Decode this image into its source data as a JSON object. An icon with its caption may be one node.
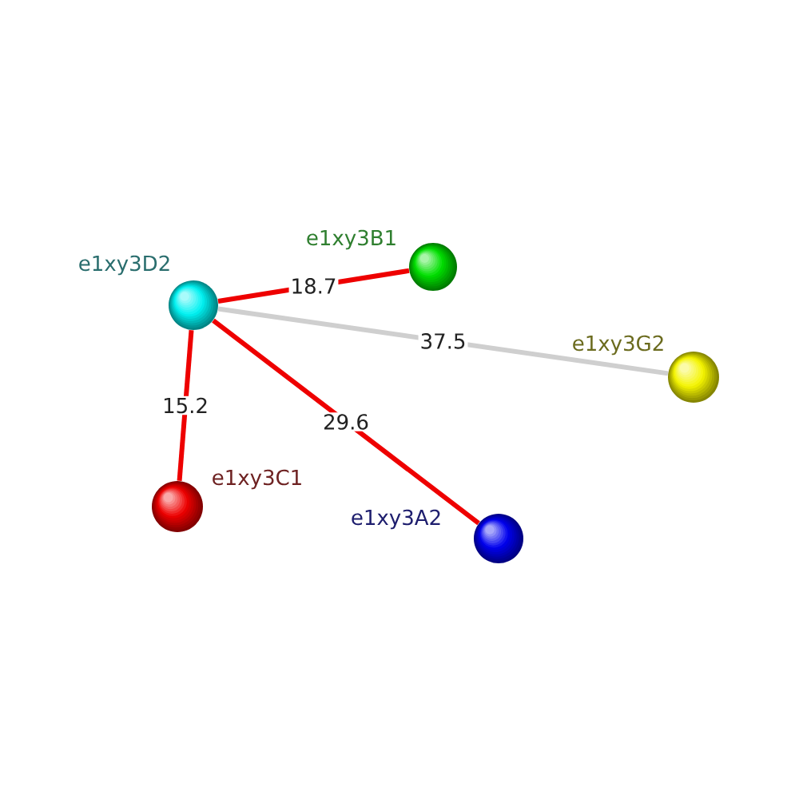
{
  "diagram": {
    "nodes": [
      {
        "text": [],
        "shape": "sphere",
        "beside": [
          "e1xy3B1"
        ]
      },
      {
        "text": [],
        "shape": "sphere",
        "beside": [
          "e1xy3D2"
        ]
      },
      {
        "text": [],
        "shape": "sphere",
        "beside": [
          "e1xy3G2"
        ]
      },
      {
        "text": [],
        "shape": "sphere",
        "beside": [
          "e1xy3C1"
        ]
      },
      {
        "text": [],
        "shape": "sphere",
        "beside": [
          "e1xy3A2"
        ]
      }
    ],
    "edges": [
      {
        "from": 1,
        "to": 0,
        "arrow": "none",
        "label": "18.7"
      },
      {
        "from": 1,
        "to": 2,
        "arrow": "none",
        "label": "37.5",
        "color": "#cfcfcf"
      },
      {
        "from": 1,
        "to": 3,
        "arrow": "none",
        "label": "15.2"
      },
      {
        "from": 1,
        "to": 4,
        "arrow": "none",
        "label": "29.6"
      }
    ]
  }
}
